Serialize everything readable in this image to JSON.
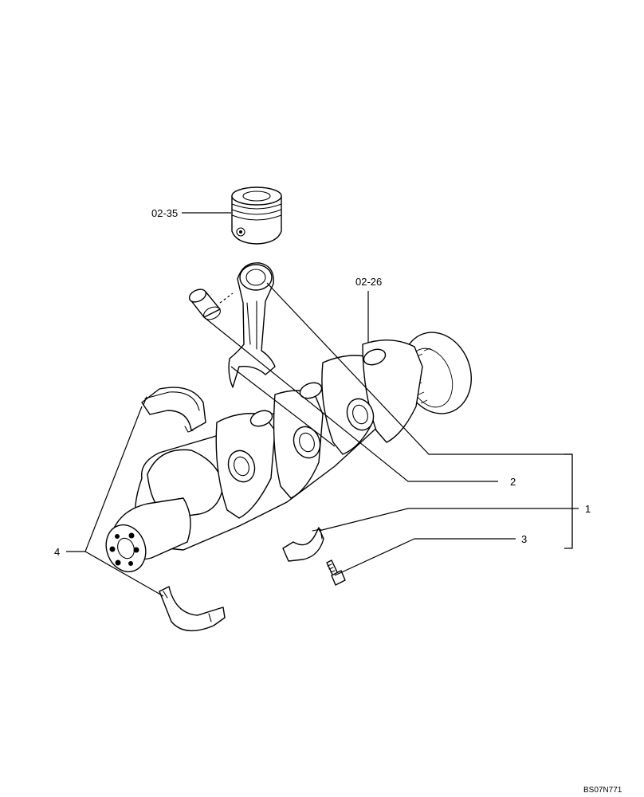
{
  "callouts": {
    "piston": "02-35",
    "crankshaft_group": "02-26",
    "item_1": "1",
    "item_2": "2",
    "item_3": "3",
    "item_4": "4"
  },
  "reference_code": "BS07N771"
}
